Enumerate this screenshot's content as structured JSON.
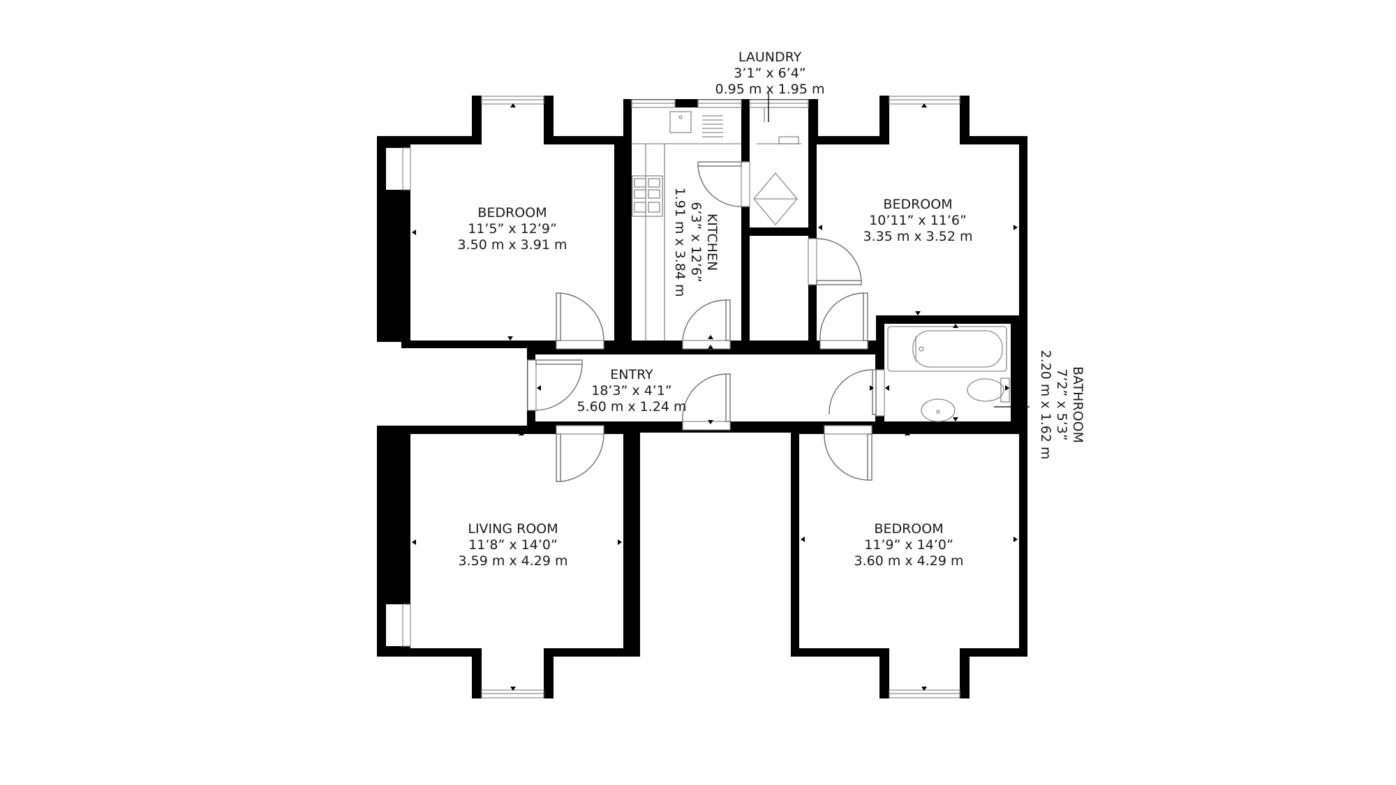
{
  "rooms": {
    "bedroom_nw": {
      "name": "BEDROOM",
      "imperial": "11’5” x 12’9”",
      "metric": "3.50 m x 3.91 m"
    },
    "kitchen": {
      "name": "KITCHEN",
      "imperial": "6’3” x 12’6”",
      "metric": "1.91 m x 3.84 m"
    },
    "laundry": {
      "name": "LAUNDRY",
      "imperial": "3’1” x 6’4”",
      "metric": "0.95 m x 1.95 m"
    },
    "bedroom_ne": {
      "name": "BEDROOM",
      "imperial": "10’11” x 11’6”",
      "metric": "3.35 m x 3.52 m"
    },
    "entry": {
      "name": "ENTRY",
      "imperial": "18’3” x 4’1”",
      "metric": "5.60 m x 1.24 m"
    },
    "bathroom": {
      "name": "BATHROOM",
      "imperial": "7’2” x 5’3”",
      "metric": "2.20 m x 1.62 m"
    },
    "living_room": {
      "name": "LIVING ROOM",
      "imperial": "11’8” x 14’0”",
      "metric": "3.59 m x 4.29 m"
    },
    "bedroom_se": {
      "name": "BEDROOM",
      "imperial": "11’9” x 14’0”",
      "metric": "3.60 m x 4.29 m"
    }
  },
  "colors": {
    "wall": "#000000",
    "floor": "#ffffff",
    "fixture": "#8a8a8a"
  }
}
